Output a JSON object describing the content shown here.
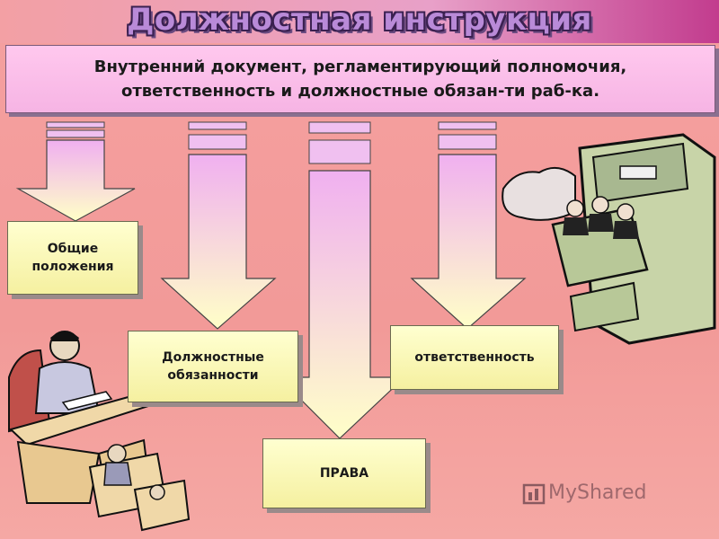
{
  "title": "Должностная инструкция",
  "definition": "Внутренний документ, регламентирующий полномочия,\nответственность  и должностные обязан-ти раб-ка.",
  "boxes": {
    "general": "Общие\nположения",
    "duties": "Должностные\nобязанности",
    "rights": "ПРАВА",
    "responsibility": "ответственность"
  },
  "watermark": "MyShared",
  "colors": {
    "arrow_top": "#f2b8f0",
    "arrow_bottom": "#ffffc8",
    "box_fill": "#fdf8b8",
    "header_box": "#ffc8ee"
  }
}
